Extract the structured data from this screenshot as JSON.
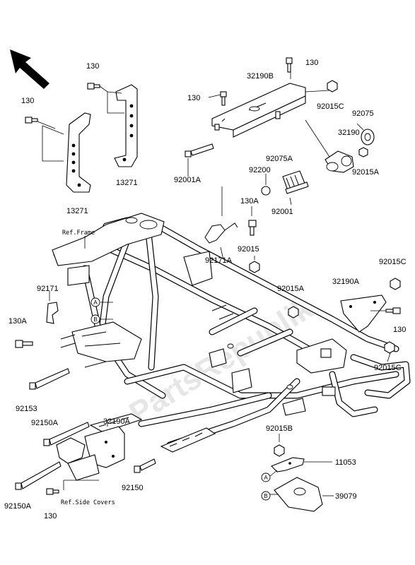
{
  "labels": {
    "l_130_a": "130",
    "l_130_b": "130",
    "l_130_c": "130",
    "l_130_d": "130",
    "l_130_e": "130",
    "l_130_f": "130",
    "l_130A_a": "130A",
    "l_130A_b": "130A",
    "l_32190B": "32190B",
    "l_32190": "32190",
    "l_32190A_a": "32190A",
    "l_32190A_b": "32190A",
    "l_92015C_a": "92015C",
    "l_92015C_b": "92015C",
    "l_92015C_c": "92015C",
    "l_92075": "92075",
    "l_92075A": "92075A",
    "l_92015A_a": "92015A",
    "l_92015A_b": "92015A",
    "l_92200": "92200",
    "l_92001A": "92001A",
    "l_92001": "92001",
    "l_13271_a": "13271",
    "l_13271_b": "13271",
    "l_92171A": "92171A",
    "l_92015": "92015",
    "l_92171": "92171",
    "l_92153": "92153",
    "l_92150A_a": "92150A",
    "l_92150A_b": "92150A",
    "l_92150": "92150",
    "l_92015B": "92015B",
    "l_11053": "11053",
    "l_39079": "39079",
    "ref_frame": "Ref.Frame",
    "ref_side_covers": "Ref.Side Covers"
  },
  "circle_markers": {
    "a1": "A",
    "b1": "B",
    "a2": "A",
    "b2": "B"
  },
  "watermark": "PartsRepublik",
  "colors": {
    "line": "#000000",
    "background": "#ffffff",
    "watermark": "#d2d2d2"
  }
}
